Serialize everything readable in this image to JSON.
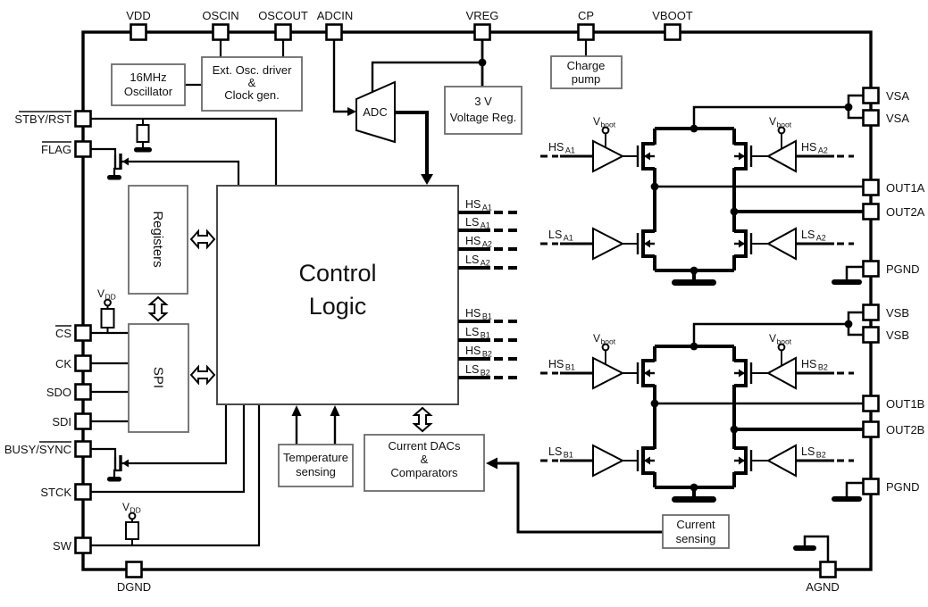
{
  "pins": {
    "top": [
      {
        "label": "VDD"
      },
      {
        "label": "OSCIN"
      },
      {
        "label": "OSCOUT"
      },
      {
        "label": "ADCIN"
      },
      {
        "label": "VREG"
      },
      {
        "label": "CP"
      },
      {
        "label": "VBOOT"
      }
    ],
    "left": [
      {
        "label": "STBY/RST"
      },
      {
        "label": "FLAG"
      },
      {
        "label": "CS"
      },
      {
        "label": "CK"
      },
      {
        "label": "SDO"
      },
      {
        "label": "SDI"
      },
      {
        "label": "BUSY/SYNC"
      },
      {
        "label": "STCK"
      },
      {
        "label": "SW"
      }
    ],
    "right": [
      {
        "label": "VSA"
      },
      {
        "label": "VSA"
      },
      {
        "label": "OUT1A"
      },
      {
        "label": "OUT2A"
      },
      {
        "label": "PGND"
      },
      {
        "label": "VSB"
      },
      {
        "label": "VSB"
      },
      {
        "label": "OUT1B"
      },
      {
        "label": "OUT2B"
      },
      {
        "label": "PGND"
      }
    ],
    "bottom": [
      {
        "label": "DGND"
      },
      {
        "label": "AGND"
      }
    ]
  },
  "blocks": {
    "oscillator": {
      "line1": "16MHz",
      "line2": "Oscillator"
    },
    "ext_osc": {
      "line1": "Ext. Osc. driver",
      "line2": "&",
      "line3": "Clock gen."
    },
    "adc": {
      "label": "ADC"
    },
    "voltage_regulator": {
      "line1": "3 V",
      "line2": "Voltage Reg."
    },
    "charge_pump": {
      "line1": "Charge",
      "line2": "pump"
    },
    "registers": {
      "label": "Registers"
    },
    "spi": {
      "label": "SPI"
    },
    "control_logic": {
      "line1": "Control",
      "line2": "Logic"
    },
    "temperature_sensing": {
      "line1": "Temperature",
      "line2": "sensing"
    },
    "current_dacs": {
      "line1": "Current DACs",
      "line2": "&",
      "line3": "Comparators"
    },
    "current_sensing": {
      "line1": "Current",
      "line2": "sensing"
    }
  },
  "signals": {
    "hs_a1": {
      "main": "HS",
      "sub": "A1"
    },
    "ls_a1": {
      "main": "LS",
      "sub": "A1"
    },
    "hs_a2": {
      "main": "HS",
      "sub": "A2"
    },
    "ls_a2": {
      "main": "LS",
      "sub": "A2"
    },
    "hs_b1": {
      "main": "HS",
      "sub": "B1"
    },
    "ls_b1": {
      "main": "LS",
      "sub": "B1"
    },
    "hs_b2": {
      "main": "HS",
      "sub": "B2"
    },
    "ls_b2": {
      "main": "LS",
      "sub": "B2"
    }
  },
  "labels": {
    "vboot": {
      "main": "V",
      "sub": "boot"
    },
    "vdd": {
      "main": "V",
      "sub": "DD"
    }
  },
  "colors": {
    "wire": "#000000",
    "block_border": "#6b6b6b",
    "background": "#ffffff"
  }
}
